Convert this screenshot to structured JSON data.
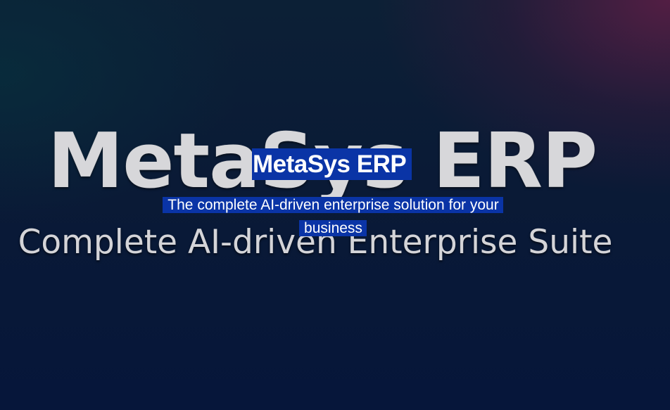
{
  "hero": {
    "background_title": "MetaSys ERP",
    "background_subtitle": "Complete AI-driven Enterprise Suite",
    "title": "MetaSys ERP",
    "subtitle": "The complete AI-driven enterprise solution for your business"
  },
  "colors": {
    "selection_highlight": "#0a34a6",
    "background_top_right": "#4a1e45",
    "background_bottom": "#06163a",
    "foreground_text": "#ffffff",
    "background_text": "#d7d7da"
  }
}
